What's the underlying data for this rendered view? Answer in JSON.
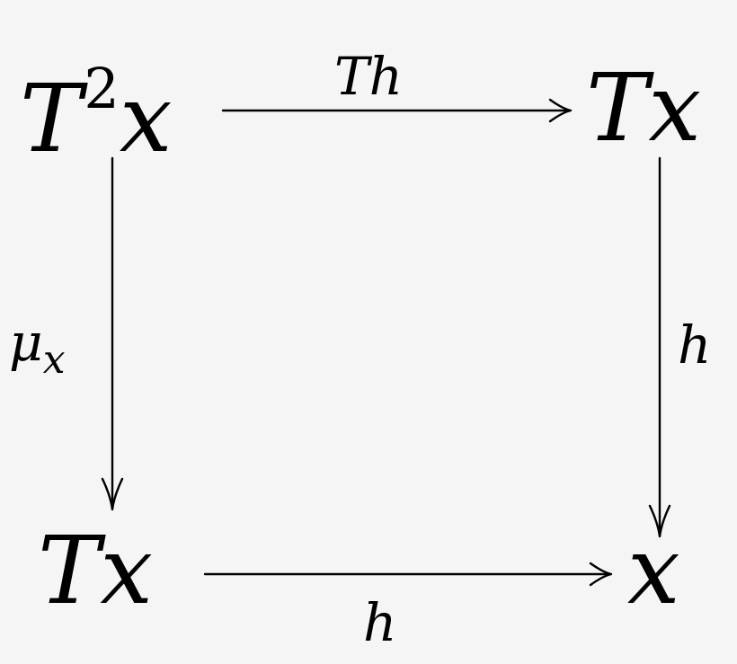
{
  "diagram": {
    "type": "commutative-square",
    "nodes": {
      "top_left": {
        "base": "T",
        "sup": "2",
        "var": "x"
      },
      "top_right": {
        "text": "Tx"
      },
      "bottom_left": {
        "text": "Tx"
      },
      "bottom_right": {
        "text": "x"
      }
    },
    "arrows": {
      "top": {
        "from": "T²x",
        "to": "Tx",
        "label": "Th"
      },
      "left": {
        "from": "T²x",
        "to": "Tx",
        "label_base": "μ",
        "label_sub": "x"
      },
      "right": {
        "from": "Tx",
        "to": "x",
        "label": "h"
      },
      "bottom": {
        "from": "Tx",
        "to": "x",
        "label": "h"
      }
    },
    "colors": {
      "background": "#f5f5f5",
      "ink": "#000000"
    }
  }
}
